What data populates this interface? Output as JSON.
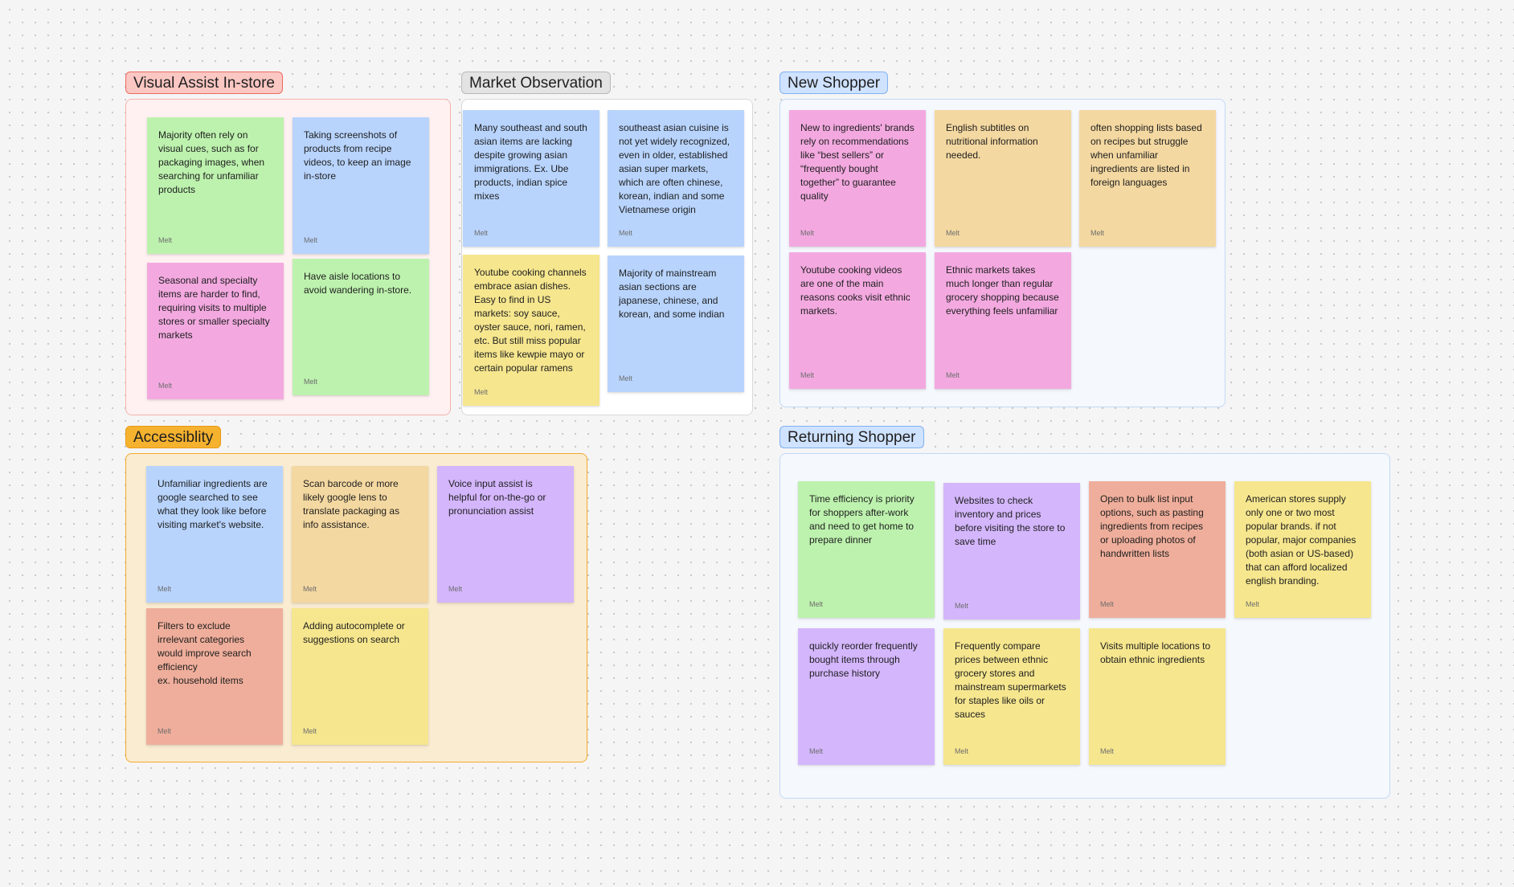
{
  "sections": {
    "visual_assist": {
      "title": "Visual Assist In-store",
      "notes": [
        {
          "text": "Majority often rely on visual cues, such as for packaging images, when searching for unfamiliar products",
          "author": "Melt",
          "color": "green"
        },
        {
          "text": "Taking screenshots of products from recipe videos, to keep an image in-store",
          "author": "Melt",
          "color": "blue"
        },
        {
          "text": "Seasonal and specialty items are harder to find, requiring visits to multiple stores or smaller specialty markets",
          "author": "Melt",
          "color": "pink"
        },
        {
          "text": "Have aisle locations to avoid wandering in-store.",
          "author": "Melt",
          "color": "green"
        }
      ]
    },
    "market_observation": {
      "title": "Market Observation",
      "notes": [
        {
          "text": "Many southeast and south asian items are lacking despite growing asian immigrations. Ex. Ube products, indian spice mixes",
          "author": "Melt",
          "color": "blue"
        },
        {
          "text": "southeast asian cuisine is not yet widely recognized, even in older, established asian super markets, which are often  chinese, korean, indian and some Vietnamese origin",
          "author": "Melt",
          "color": "blue"
        },
        {
          "text": "Youtube cooking channels embrace asian dishes. Easy to find in US markets: soy sauce, oyster sauce, nori, ramen, etc. But still miss popular items like kewpie mayo or certain popular ramens",
          "author": "Melt",
          "color": "yellow"
        },
        {
          "text": "Majority of mainstream asian sections are japanese, chinese, and korean, and some indian",
          "author": "Melt",
          "color": "blue"
        }
      ]
    },
    "new_shopper": {
      "title": "New Shopper",
      "notes": [
        {
          "text": "New to ingredients' brands rely on recommendations like “best sellers” or “frequently bought together” to guarantee quality",
          "author": "Melt",
          "color": "pink"
        },
        {
          "text": "English subtitles on nutritional information needed.",
          "author": "Melt",
          "color": "orange"
        },
        {
          "text": "often shopping lists based on recipes but struggle when unfamiliar ingredients are listed in foreign languages",
          "author": "Melt",
          "color": "orange"
        },
        {
          "text": "Youtube cooking videos are one of the main reasons cooks visit ethnic markets.",
          "author": "Melt",
          "color": "pink"
        },
        {
          "text": "Ethnic markets takes much longer than regular grocery shopping because everything feels unfamiliar",
          "author": "Melt",
          "color": "pink"
        }
      ]
    },
    "accessibility": {
      "title": "Accessiblity",
      "notes": [
        {
          "text": "Unfamiliar ingredients are google searched to see what they look like before visiting market's website.",
          "author": "Melt",
          "color": "blue"
        },
        {
          "text": "Scan barcode or more likely google lens to translate packaging as info assistance.",
          "author": "Melt",
          "color": "orange"
        },
        {
          "text": "Voice input assist is helpful for on-the-go or pronunciation assist",
          "author": "Melt",
          "color": "purple"
        },
        {
          "text": "Filters to exclude irrelevant categories would improve search efficiency\nex. household items",
          "author": "Melt",
          "color": "salmon"
        },
        {
          "text": "Adding autocomplete or suggestions on search",
          "author": "Melt",
          "color": "yellow"
        }
      ]
    },
    "returning_shopper": {
      "title": "Returning Shopper",
      "notes": [
        {
          "text": "Time efficiency is priority for shoppers after-work and need to get home to prepare dinner",
          "author": "Melt",
          "color": "green"
        },
        {
          "text": "Websites to check inventory and prices before visiting the store to save time",
          "author": "Melt",
          "color": "purple"
        },
        {
          "text": "Open to bulk list input options, such as pasting ingredients from recipes or uploading photos of handwritten lists",
          "author": "Melt",
          "color": "salmon"
        },
        {
          "text": "American stores supply only one or two most popular brands. if not popular, major companies (both asian or US-based) that can afford localized english branding.",
          "author": "Melt",
          "color": "yellow"
        },
        {
          "text": "quickly reorder frequently bought items through purchase history",
          "author": "Melt",
          "color": "purple"
        },
        {
          "text": "Frequently compare prices between ethnic grocery stores and mainstream supermarkets for staples like oils or sauces",
          "author": "Melt",
          "color": "yellow"
        },
        {
          "text": "Visits multiple locations to obtain ethnic ingredients",
          "author": "Melt",
          "color": "yellow"
        }
      ]
    }
  }
}
